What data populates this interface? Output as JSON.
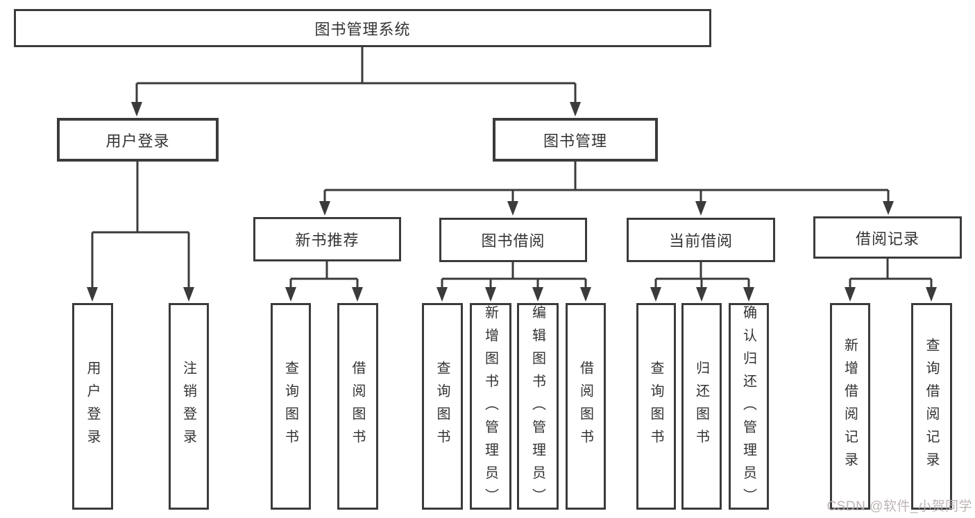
{
  "tree": {
    "root": {
      "label": "图书管理系统",
      "children": [
        {
          "label": "用户登录",
          "children": [
            {
              "label": "用户登录"
            },
            {
              "label": "注销登录"
            }
          ]
        },
        {
          "label": "图书管理",
          "children": [
            {
              "label": "新书推荐",
              "children": [
                {
                  "label": "查询图书"
                },
                {
                  "label": "借阅图书"
                }
              ]
            },
            {
              "label": "图书借阅",
              "children": [
                {
                  "label": "查询图书"
                },
                {
                  "label": "新增图书（管理员）"
                },
                {
                  "label": "编辑图书（管理员）"
                },
                {
                  "label": "借阅图书"
                }
              ]
            },
            {
              "label": "当前借阅",
              "children": [
                {
                  "label": "查询图书"
                },
                {
                  "label": "归还图书"
                },
                {
                  "label": "确认归还（管理员）"
                }
              ]
            },
            {
              "label": "借阅记录",
              "children": [
                {
                  "label": "新增借阅记录"
                },
                {
                  "label": "查询借阅记录"
                }
              ]
            }
          ]
        }
      ]
    }
  },
  "watermark": {
    "text": "CSDN @软件_小贺同学"
  },
  "colors": {
    "line": "#3b3b3b",
    "text": "#333333",
    "background": "#ffffff",
    "watermark": "#bab0b0"
  }
}
